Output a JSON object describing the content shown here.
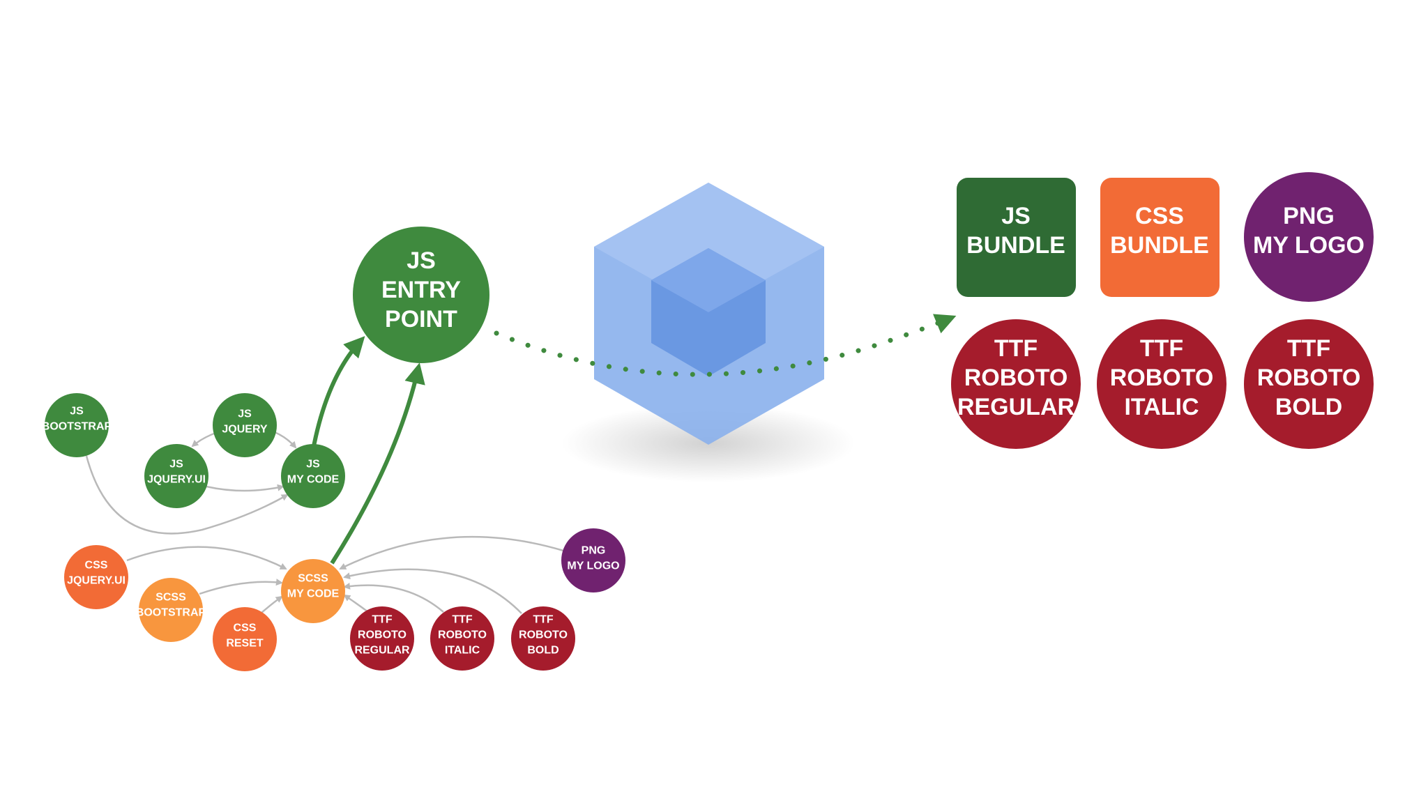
{
  "colors": {
    "js_green": "#3f8a3e",
    "js_bundle_green": "#2f6b34",
    "css_orange_dark": "#f26b36",
    "css_orange_light": "#f8963e",
    "png_purple": "#70226f",
    "ttf_red": "#a51c2c",
    "edge_gray": "#b9b9b9",
    "arrow_green": "#3f8a3e",
    "cube_outer": "#8ab0ec",
    "cube_inner": "#6a98e2"
  },
  "nodes": {
    "js_entry_point": [
      "JS",
      "ENTRY",
      "POINT"
    ],
    "js_bootstrap": [
      "JS",
      "BOOTSTRAP"
    ],
    "js_jquery": [
      "JS",
      "JQUERY"
    ],
    "js_jquery_ui": [
      "JS",
      "JQUERY.UI"
    ],
    "js_my_code": [
      "JS",
      "MY CODE"
    ],
    "css_jquery_ui": [
      "CSS",
      "JQUERY.UI"
    ],
    "scss_bootstrap": [
      "SCSS",
      "BOOTSTRAP"
    ],
    "css_reset": [
      "CSS",
      "RESET"
    ],
    "scss_my_code": [
      "SCSS",
      "MY CODE"
    ],
    "png_my_logo": [
      "PNG",
      "MY LOGO"
    ],
    "ttf_roboto_regular": [
      "TTF",
      "ROBOTO",
      "REGULAR"
    ],
    "ttf_roboto_italic": [
      "TTF",
      "ROBOTO",
      "ITALIC"
    ],
    "ttf_roboto_bold": [
      "TTF",
      "ROBOTO",
      "BOLD"
    ]
  },
  "outputs": {
    "js_bundle": [
      "JS",
      "BUNDLE"
    ],
    "css_bundle": [
      "CSS",
      "BUNDLE"
    ],
    "png_my_logo": [
      "PNG",
      "MY LOGO"
    ],
    "ttf_roboto_regular": [
      "TTF",
      "ROBOTO",
      "REGULAR"
    ],
    "ttf_roboto_italic": [
      "TTF",
      "ROBOTO",
      "ITALIC"
    ],
    "ttf_roboto_bold": [
      "TTF",
      "ROBOTO",
      "BOLD"
    ]
  }
}
